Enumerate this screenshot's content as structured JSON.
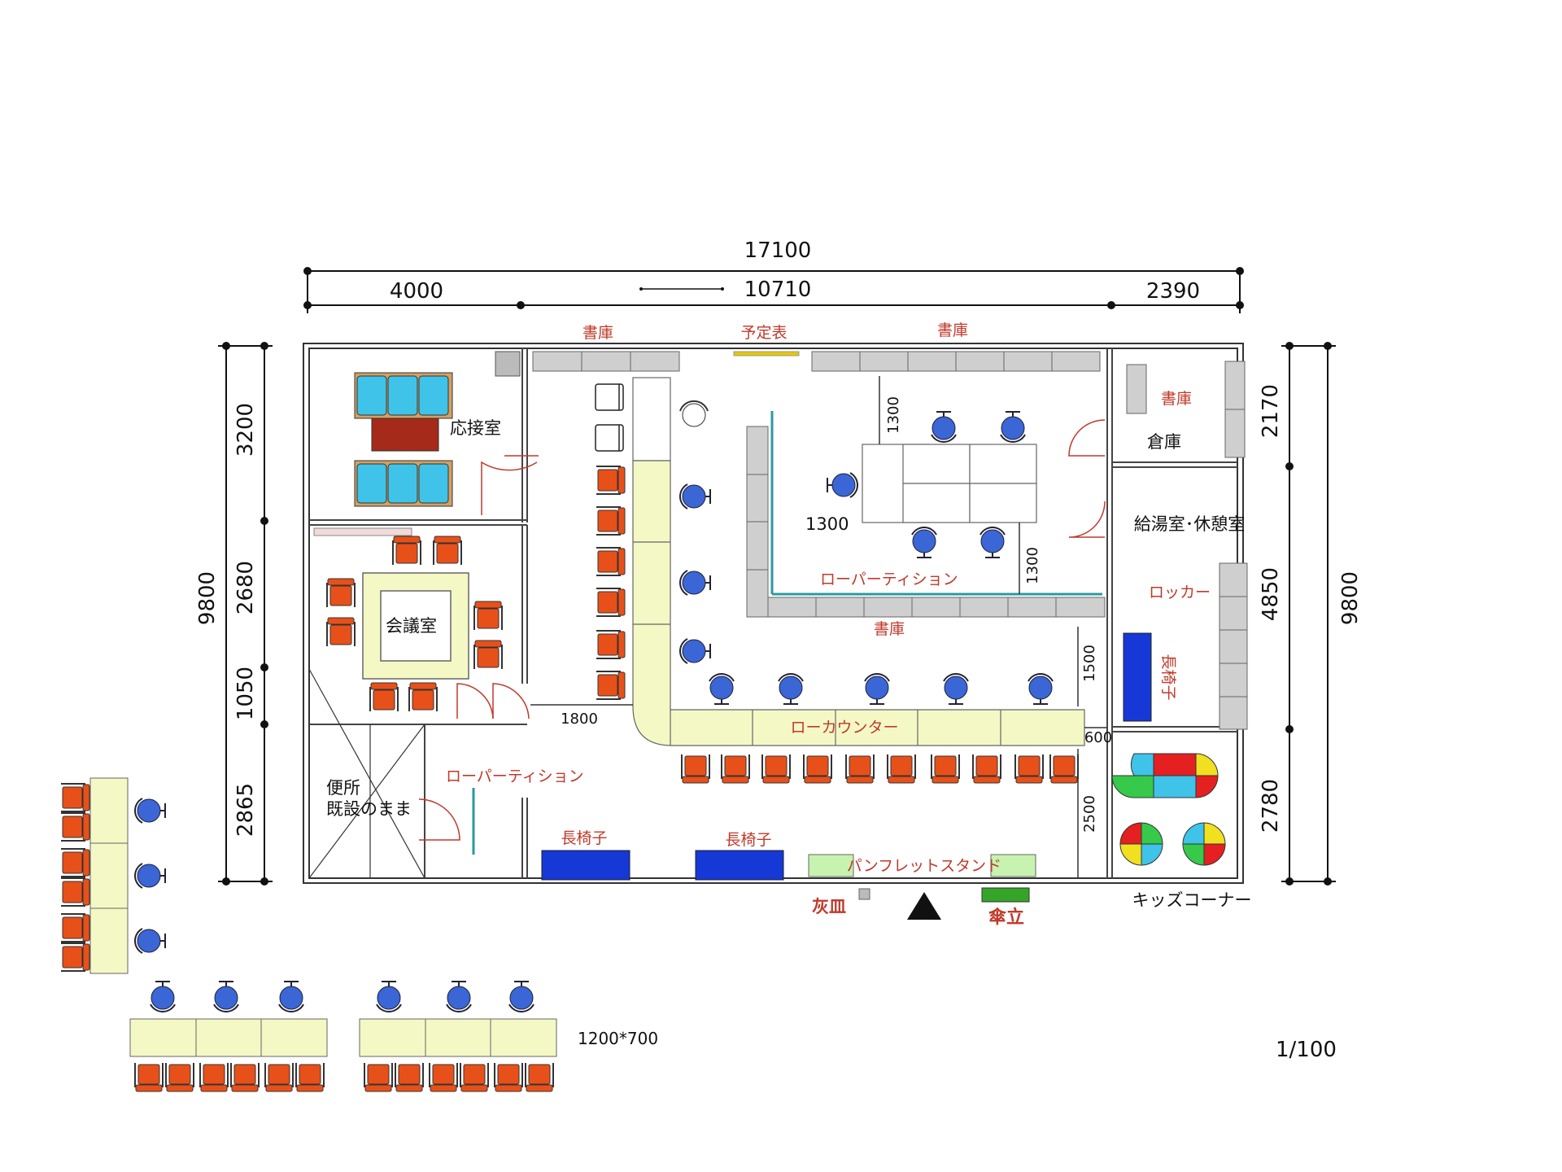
{
  "colors": {
    "chair_red": "#e8501a",
    "chair_blue": "#3a66d6",
    "sofa_cyan": "#3fc3e8",
    "table_brown": "#a52a1a",
    "counter_yellow": "#f4f8c4",
    "bench_blue": "#1538d6",
    "stand_green": "#c8f2b0",
    "umbrella_green": "#35a52a",
    "shelf_gray": "#cfcfcf",
    "label_red": "#c0392b"
  },
  "dimensions": {
    "top_total": "17100",
    "top_left": "4000",
    "top_mid": "10710",
    "top_right": "2390",
    "left_total": "9800",
    "left_1": "3200",
    "left_2": "2680",
    "left_3": "1050",
    "left_4": "2865",
    "right_1": "2170",
    "right_2": "4850",
    "right_3": "2780",
    "right_total": "9800",
    "inner_1300_a": "1300",
    "inner_1300_b": "1300",
    "inner_1300_c": "1300",
    "inner_1500": "1500",
    "inner_1800": "1800",
    "inner_600": "600",
    "inner_2500": "2500"
  },
  "rooms": {
    "reception": "応接室",
    "meeting": "会議室",
    "toilet_1": "便所",
    "toilet_2": "既設のまま",
    "storage": "倉庫",
    "kitchen": "給湯室･休憩室",
    "kids": "キッズコーナー"
  },
  "fixtures": {
    "bookcase_1": "書庫",
    "schedule": "予定表",
    "bookcase_2": "書庫",
    "bookcase_3": "書庫",
    "bookcase_4": "書庫",
    "low_partition_1": "ローパーティション",
    "low_partition_2": "ローパーティション",
    "low_counter": "ローカウンター",
    "locker": "ロッカー",
    "bench_1": "長椅子",
    "bench_2": "長椅子",
    "bench_3": "長椅子",
    "pamphlet_stand": "パンフレットスタンド",
    "ashtray": "灰皿",
    "umbrella_stand": "傘立"
  },
  "notes": {
    "desk_size": "1200*700",
    "scale": "1/100"
  }
}
